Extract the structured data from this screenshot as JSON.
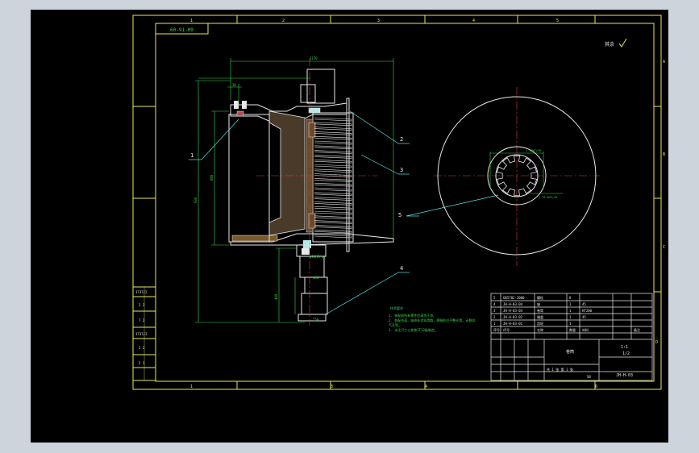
{
  "drawing": {
    "stamp_code": "60-91-H9",
    "roughness_note": "其余",
    "zone_letters": [
      "A",
      "B",
      "C",
      "D"
    ],
    "column_numbers": [
      "1",
      "2",
      "3",
      "4",
      "5",
      "6"
    ],
    "callouts": [
      "1",
      "2",
      "3",
      "4",
      "5"
    ],
    "dimensions": {
      "top_width": "1170",
      "left_offset": "10",
      "left_height": "930",
      "inner_height": "880",
      "shaft_dia_1": "Φ90H7/k6",
      "shaft_dia_2": "Φ84",
      "shaft_len": "440",
      "bottom_len": "250",
      "spline_top": "1-32H7/f6",
      "spline_bottom": "1-76.6H7/f6"
    },
    "technical_requirements": {
      "heading": "技术要求",
      "lines": [
        "1. 装配前所有零件应清洗干净。",
        "2. 各配合面、轴承处涂润滑脂，焊缝处应平整光滑，无裂纹、",
        "   气孔等。",
        "3. 未注尺寸公差按IT12级制造。"
      ]
    }
  },
  "left_strip": {
    "cells": [
      "1737/2",
      "2 2",
      "7 2",
      "1737/2",
      "2 2",
      "2 1"
    ]
  },
  "bom": {
    "rows": [
      [
        "5",
        "GB5782-2000",
        "螺栓",
        "8",
        "",
        ""
      ],
      [
        "4",
        "JH-H-03-04",
        "轴",
        "1",
        "45",
        ""
      ],
      [
        "3",
        "JH-H-03-03",
        "卷筒",
        "1",
        "HT200",
        ""
      ],
      [
        "2",
        "JH-H-03-02",
        "端盖",
        "1",
        "45",
        ""
      ],
      [
        "1",
        "JH-H-03-01",
        "齿轮",
        "1",
        "",
        ""
      ]
    ],
    "header": [
      "序号",
      "代号",
      "名称",
      "数量",
      "材料",
      "备注"
    ]
  },
  "title_block": {
    "name": "卷筒",
    "scale": "1:1",
    "sheet": "1/2",
    "code": "JH-H-03",
    "sheet_count": "共 1 张 第 1 张",
    "mark": "SB"
  }
}
